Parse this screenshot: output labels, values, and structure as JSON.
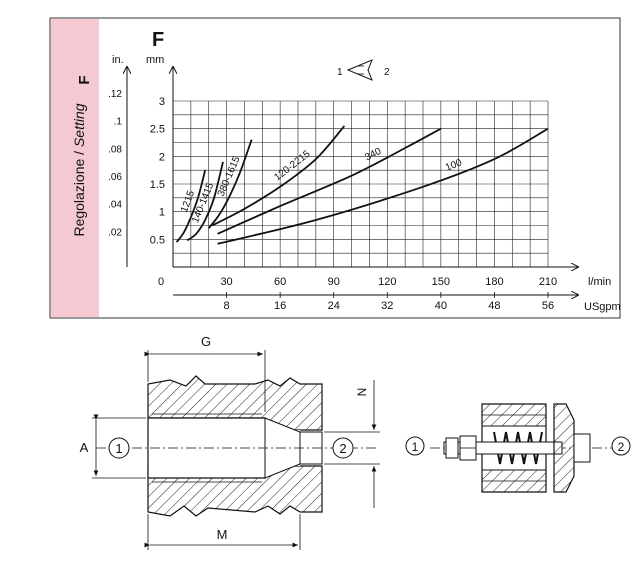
{
  "sidebar": {
    "label_it": "Regolazione / ",
    "label_en": "Setting",
    "letter": "F"
  },
  "chart_data": {
    "type": "line",
    "title": "F",
    "flow_direction": {
      "from": "1",
      "to": "2"
    },
    "xlabel": "l/min",
    "xlabel_secondary": "USgpm",
    "ylabel": "mm",
    "ylabel_secondary": "in.",
    "xlim": [
      0,
      210
    ],
    "ylim": [
      0,
      3
    ],
    "x_ticks": [
      "0",
      "30",
      "60",
      "90",
      "120",
      "150",
      "180",
      "210"
    ],
    "x_ticks_secondary": [
      {
        "x": 30,
        "label": "8"
      },
      {
        "x": 60,
        "label": "16"
      },
      {
        "x": 90,
        "label": "24"
      },
      {
        "x": 120,
        "label": "32"
      },
      {
        "x": 150,
        "label": "40"
      },
      {
        "x": 180,
        "label": "48"
      },
      {
        "x": 210,
        "label": "56"
      }
    ],
    "y_ticks": [
      {
        "y": 0.5,
        "label": "0.5"
      },
      {
        "y": 1,
        "label": "1"
      },
      {
        "y": 1.5,
        "label": "1.5"
      },
      {
        "y": 2,
        "label": "2"
      },
      {
        "y": 2.5,
        "label": "2.5"
      },
      {
        "y": 3,
        "label": "3"
      }
    ],
    "y_ticks_secondary": [
      {
        "y": 0.5,
        "label": ".02"
      },
      {
        "y": 1,
        "label": ".04"
      },
      {
        "y": 1.5,
        "label": ".06"
      },
      {
        "y": 2,
        "label": ".08"
      },
      {
        "y": 2.5,
        "label": ".1"
      },
      {
        "y": 3,
        "label": ".12"
      }
    ],
    "grid": true,
    "series": [
      {
        "name": "1215",
        "x": [
          2,
          6,
          10,
          14,
          18
        ],
        "y": [
          0.45,
          0.62,
          0.9,
          1.25,
          1.75
        ]
      },
      {
        "name": "140-1415",
        "x": [
          8,
          13,
          18,
          23,
          28
        ],
        "y": [
          0.48,
          0.6,
          0.85,
          1.25,
          1.9
        ]
      },
      {
        "name": "380-1615",
        "x": [
          20,
          26,
          32,
          38,
          44
        ],
        "y": [
          0.7,
          0.95,
          1.3,
          1.75,
          2.3
        ]
      },
      {
        "name": "120-2215",
        "x": [
          22,
          40,
          60,
          80,
          96
        ],
        "y": [
          0.75,
          1.05,
          1.45,
          1.95,
          2.55
        ]
      },
      {
        "name": "340",
        "x": [
          25,
          60,
          100,
          130,
          150
        ],
        "y": [
          0.6,
          1.1,
          1.65,
          2.15,
          2.5
        ]
      },
      {
        "name": "100",
        "x": [
          25,
          80,
          140,
          180,
          210
        ],
        "y": [
          0.42,
          0.85,
          1.45,
          1.95,
          2.5
        ]
      }
    ]
  },
  "drawing_left": {
    "dim_G": "G",
    "dim_M": "M",
    "dim_A": "A",
    "dim_N": "N",
    "port_in": "1",
    "port_out": "2"
  },
  "drawing_right": {
    "port_in": "1",
    "port_out": "2"
  }
}
